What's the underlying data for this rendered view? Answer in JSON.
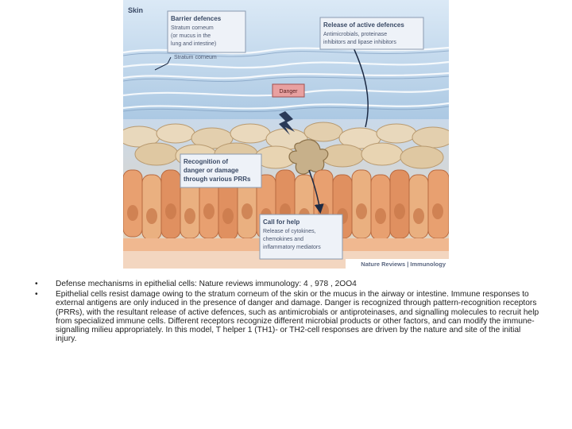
{
  "figure": {
    "panel_label": "Skin",
    "barrier": {
      "title": "Barrier defences",
      "lines": [
        "Stratum corneum",
        "(or mucus in the",
        "lung and intestine)"
      ]
    },
    "stratum_label": "Stratum corneum",
    "release": {
      "title": "Release of active defences",
      "lines": [
        "Antimicrobials, proteinase",
        "inhibitors and lipase inhibitors"
      ]
    },
    "danger_label": "Danger",
    "recognition": {
      "lines": [
        "Recognition of",
        "danger or damage",
        "through various PRRs"
      ]
    },
    "call": {
      "title": "Call for help",
      "lines": [
        "Release of cytokines,",
        "chemokines and",
        "inflammatory mediators"
      ]
    },
    "credit": "Nature Reviews | Immunology",
    "colors": {
      "box_border": "#8a9ab0",
      "box_fill": "#eef2f8",
      "title_text": "#3a4a66",
      "danger_fill": "#e8a0a0",
      "sky_top": "#dbe9f6",
      "sky_bottom": "#9fc0de",
      "cell_light": "#e8d8bc",
      "cell_mid": "#d6b88c",
      "cell_orange": "#e8a070",
      "cell_orange_dark": "#c8784a",
      "membrane": "#f0b890"
    }
  },
  "bullets": [
    {
      "marker": "•",
      "text": "Defense mechanisms in epithelial cells: Nature reviews immunology: 4 , 978 , 2OO4"
    },
    {
      "marker": "•",
      "text": "Epithelial cells resist damage owing to the stratum corneum of the skin or the mucus in the airway or intestine. Immune responses to external antigens are only induced in the presence of danger and damage. Danger is recognized through pattern-recognition receptors (PRRs), with the resultant release of active defences, such as antimicrobials or antiproteinases, and signalling molecules to recruit help from specialized immune cells. Different receptors recognize different microbial products or other factors, and can modify the immune-signalling milieu appropriately. In this model, T helper 1 (TH1)- or TH2-cell responses are driven by the nature and site of the initial injury."
    }
  ]
}
